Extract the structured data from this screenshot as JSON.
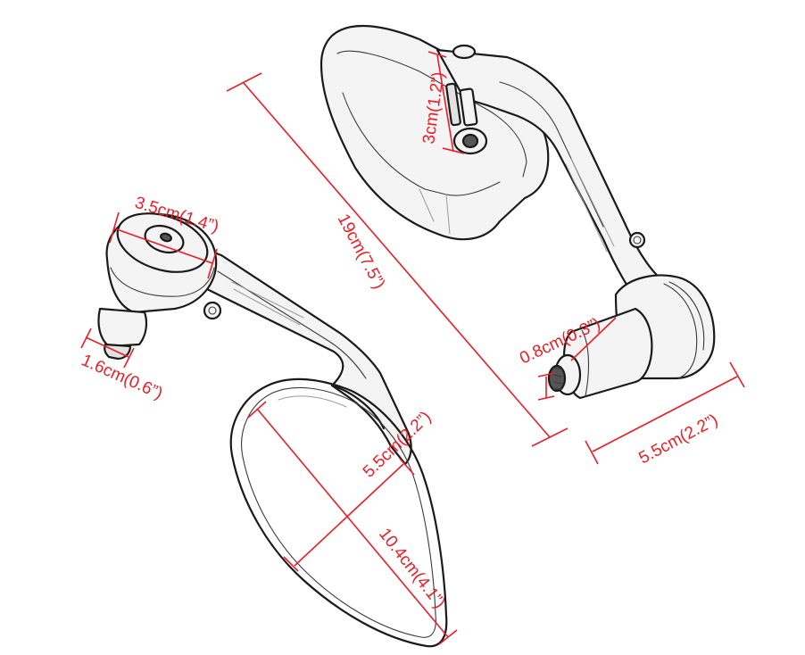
{
  "diagram": {
    "subject": "Motorcycle bar-end mirror pair dimension drawing",
    "colors": {
      "background": "#ffffff",
      "line_art": "#1a1a1a",
      "dimension_lines": "#ee1c25"
    },
    "dimensions": {
      "knob_diameter": {
        "label": "3.5cm(1.4”)",
        "metric": "3.5cm",
        "imperial": "1.4”"
      },
      "plug_length": {
        "label": "1.6cm(0.6”)",
        "metric": "1.6cm",
        "imperial": "0.6”"
      },
      "overall_length": {
        "label": "19cm(7.5”)",
        "metric": "19cm",
        "imperial": "7.5”"
      },
      "arm_offset": {
        "label": "3cm(1.2”)",
        "metric": "3cm",
        "imperial": "1.2”"
      },
      "bolt_diameter": {
        "label": "0.8cm(0.3”)",
        "metric": "0.8cm",
        "imperial": "0.3”"
      },
      "base_length": {
        "label": "5.5cm(2.2”)",
        "metric": "5.5cm",
        "imperial": "2.2”"
      },
      "mirror_width": {
        "label": "5.5cm(2.2”)",
        "metric": "5.5cm",
        "imperial": "2.2”"
      },
      "mirror_length": {
        "label": "10.4cm(4.1”)",
        "metric": "10.4cm",
        "imperial": "4.1”"
      }
    },
    "components": [
      {
        "name": "left-mirror-front-view",
        "parts": [
          "mirror-glass",
          "arm",
          "knob",
          "bar-end-plug",
          "set-screw"
        ]
      },
      {
        "name": "right-mirror-back-view",
        "parts": [
          "mirror-housing",
          "arm",
          "adjust-bolt",
          "bar-end-plug",
          "threaded-bolt"
        ]
      }
    ]
  }
}
